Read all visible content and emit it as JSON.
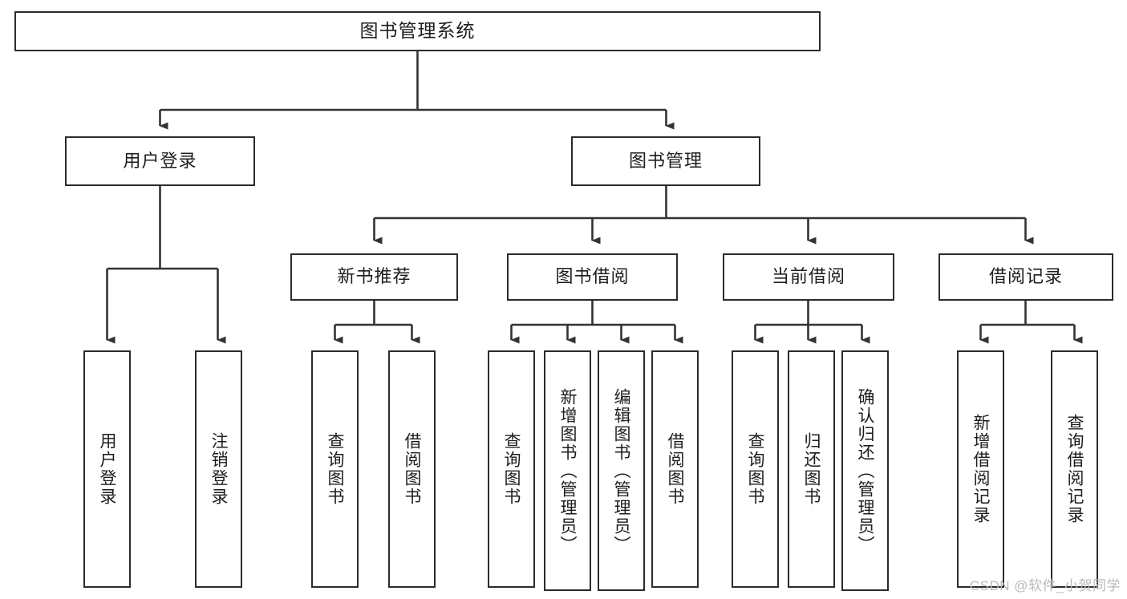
{
  "diagram": {
    "type": "tree",
    "orientation": "top-down",
    "title": "图书管理系统",
    "colors": {
      "box_border": "#2b2b2b",
      "box_fill": "#ffffff",
      "edge": "#333333",
      "text": "#1d1d1d",
      "watermark": "#b9b9b9",
      "background": "#ffffff"
    },
    "nodes": {
      "root": {
        "label": "图书管理系统"
      },
      "level2": [
        {
          "label": "用户登录"
        },
        {
          "label": "图书管理"
        }
      ],
      "level3": [
        {
          "label": "新书推荐"
        },
        {
          "label": "图书借阅"
        },
        {
          "label": "当前借阅"
        },
        {
          "label": "借阅记录"
        }
      ],
      "leaves": {
        "user_login": [
          {
            "label": "用户登录"
          },
          {
            "label": "注销登录"
          }
        ],
        "new_book_recommend": [
          {
            "label": "查询图书"
          },
          {
            "label": "借阅图书"
          }
        ],
        "book_borrow": [
          {
            "label": "查询图书"
          },
          {
            "label": "新增图书（管理员）"
          },
          {
            "label": "编辑图书（管理员）"
          },
          {
            "label": "借阅图书"
          }
        ],
        "current_borrow": [
          {
            "label": "查询图书"
          },
          {
            "label": "归还图书"
          },
          {
            "label": "确认归还（管理员）"
          }
        ],
        "borrow_record": [
          {
            "label": "新增借阅记录"
          },
          {
            "label": "查询借阅记录"
          }
        ]
      }
    },
    "watermark": "CSDN @软件_小贺同学"
  }
}
